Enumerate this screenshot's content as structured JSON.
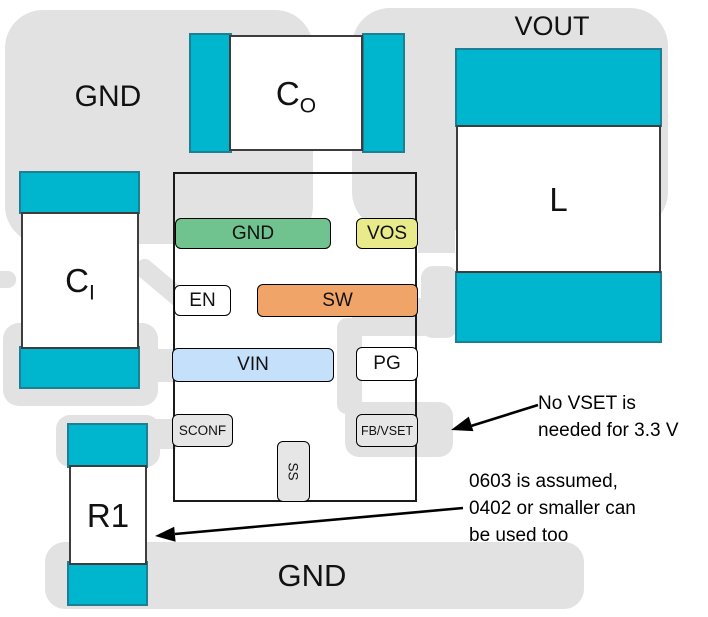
{
  "labels": {
    "gnd_top": "GND",
    "vout": "VOUT",
    "gnd_bottom": "GND"
  },
  "components": {
    "co": {
      "base": "C",
      "sub": "O"
    },
    "ci": {
      "base": "C",
      "sub": "I"
    },
    "l": {
      "base": "L",
      "sub": ""
    },
    "r1": {
      "base": "R1",
      "sub": ""
    }
  },
  "ic_pins": {
    "gnd": {
      "label": "GND",
      "color": "#70c28e"
    },
    "vos": {
      "label": "VOS",
      "color": "#e9eb8b"
    },
    "en": {
      "label": "EN",
      "color": "#ffffff"
    },
    "sw": {
      "label": "SW",
      "color": "#f0a468"
    },
    "vin": {
      "label": "VIN",
      "color": "#c5e0fa"
    },
    "pg": {
      "label": "PG",
      "color": "#ffffff"
    },
    "sconf": {
      "label": "SCONF",
      "color": "#e6e6e6"
    },
    "fbvset": {
      "label": "FB/VSET",
      "color": "#e6e6e6"
    },
    "ss": {
      "label": "SS",
      "color": "#e6e6e6"
    }
  },
  "annotations": {
    "vset_note": "No VSET is\nneeded for 3.3 V",
    "size_note": "0603 is assumed,\n0402 or smaller can\nbe used too"
  },
  "colors": {
    "copper_pour": "#e2e2e2",
    "pad_fill": "#00b5ce",
    "pad_border": "#1c7f94",
    "arrow": "#000000"
  }
}
